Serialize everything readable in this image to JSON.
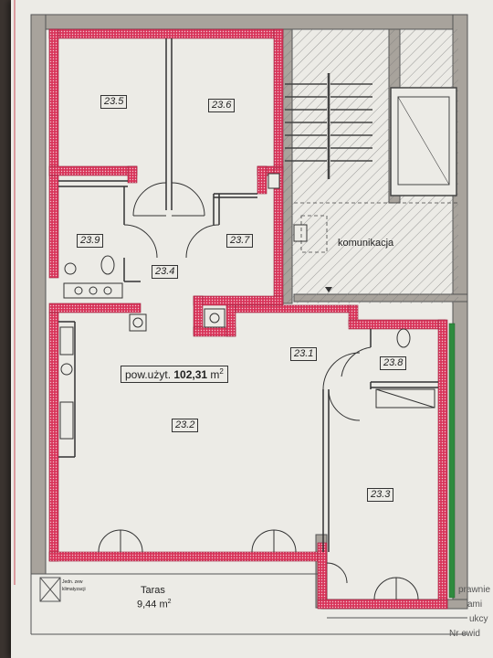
{
  "plan": {
    "rooms": [
      {
        "id": "r235",
        "label": "23.5"
      },
      {
        "id": "r236",
        "label": "23.6"
      },
      {
        "id": "r239",
        "label": "23.9"
      },
      {
        "id": "r237",
        "label": "23.7"
      },
      {
        "id": "r234",
        "label": "23.4"
      },
      {
        "id": "r231",
        "label": "23.1"
      },
      {
        "id": "r238",
        "label": "23.8"
      },
      {
        "id": "r232",
        "label": "23.2"
      },
      {
        "id": "r233",
        "label": "23.3"
      }
    ],
    "communication_label": "komunikacja",
    "usable_area": {
      "prefix": "pow.użyt.",
      "value": "102,31",
      "unit": "m",
      "unit_exp": "2"
    },
    "terrace": {
      "name": "Taras",
      "area": "9,44 m",
      "area_exp": "2"
    },
    "ac_unit_note_1": "Jedn. zew",
    "ac_unit_note_2": "klimatyzacji",
    "margin_note": {
      "line1": "prawnie",
      "line2": "ami",
      "line3": "ukcy",
      "line4": "Nr ewid"
    },
    "colors": {
      "wall_fill": "#a8a39c",
      "apartment_outline": "#d8355a",
      "adjacent_outline": "#2e8b3e",
      "line": "#333333"
    }
  }
}
